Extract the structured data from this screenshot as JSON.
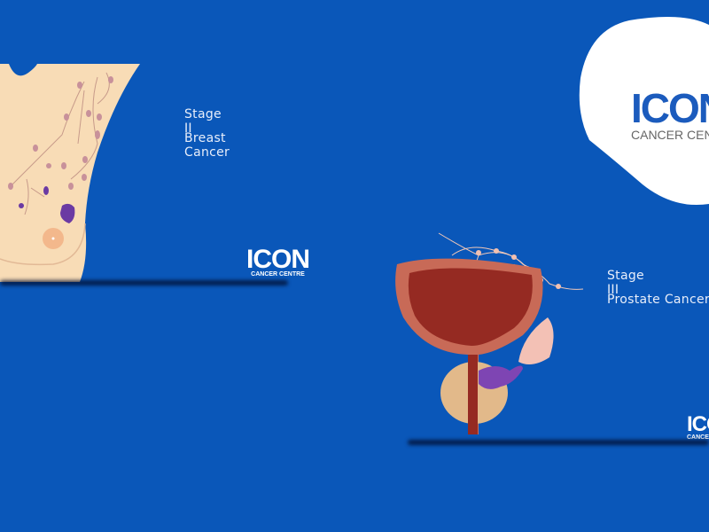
{
  "breast_card": {
    "stage": "Stage II",
    "title": "Breast Cancer",
    "logo_main": "ICON",
    "logo_sub": "CANCER CENTRE"
  },
  "prostate_card": {
    "stage": "Stage III",
    "title": "Prostate Cancer",
    "logo_main": "ICON",
    "logo_sub": "CANCER CENTRE"
  },
  "brand_logo": {
    "main": "ICON",
    "sub": "CANCER CENTRE"
  },
  "colors": {
    "background": "#0a57b9",
    "skin": "#f8dcb6",
    "tumor": "#6b3aa3",
    "bladder": "#952a22"
  }
}
